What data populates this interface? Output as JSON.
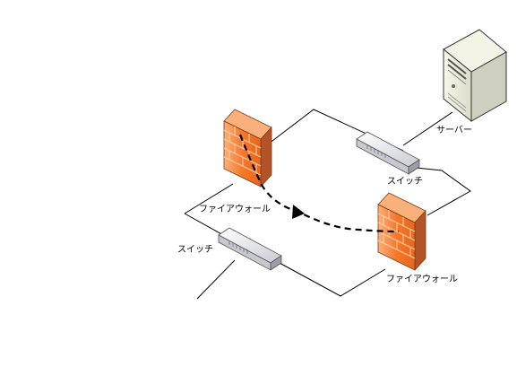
{
  "labels": {
    "server": "サーバー",
    "switch_right": "スイッチ",
    "switch_left": "スイッチ",
    "firewall_top": "ファイアウォール",
    "firewall_bottom": "ファイアウォール"
  },
  "colors": {
    "firewall_front": "#f7832e",
    "firewall_side": "#b2542a",
    "firewall_top": "#fab07a",
    "mortar": "#fcd2a8",
    "switch_top": "#e4e6ea",
    "switch_side": "#a9adb5",
    "server_body": "#eeeedf",
    "server_side": "#cfcfbf",
    "line": "#000000"
  },
  "icons": [
    "server-icon",
    "switch-icon",
    "firewall-icon"
  ]
}
